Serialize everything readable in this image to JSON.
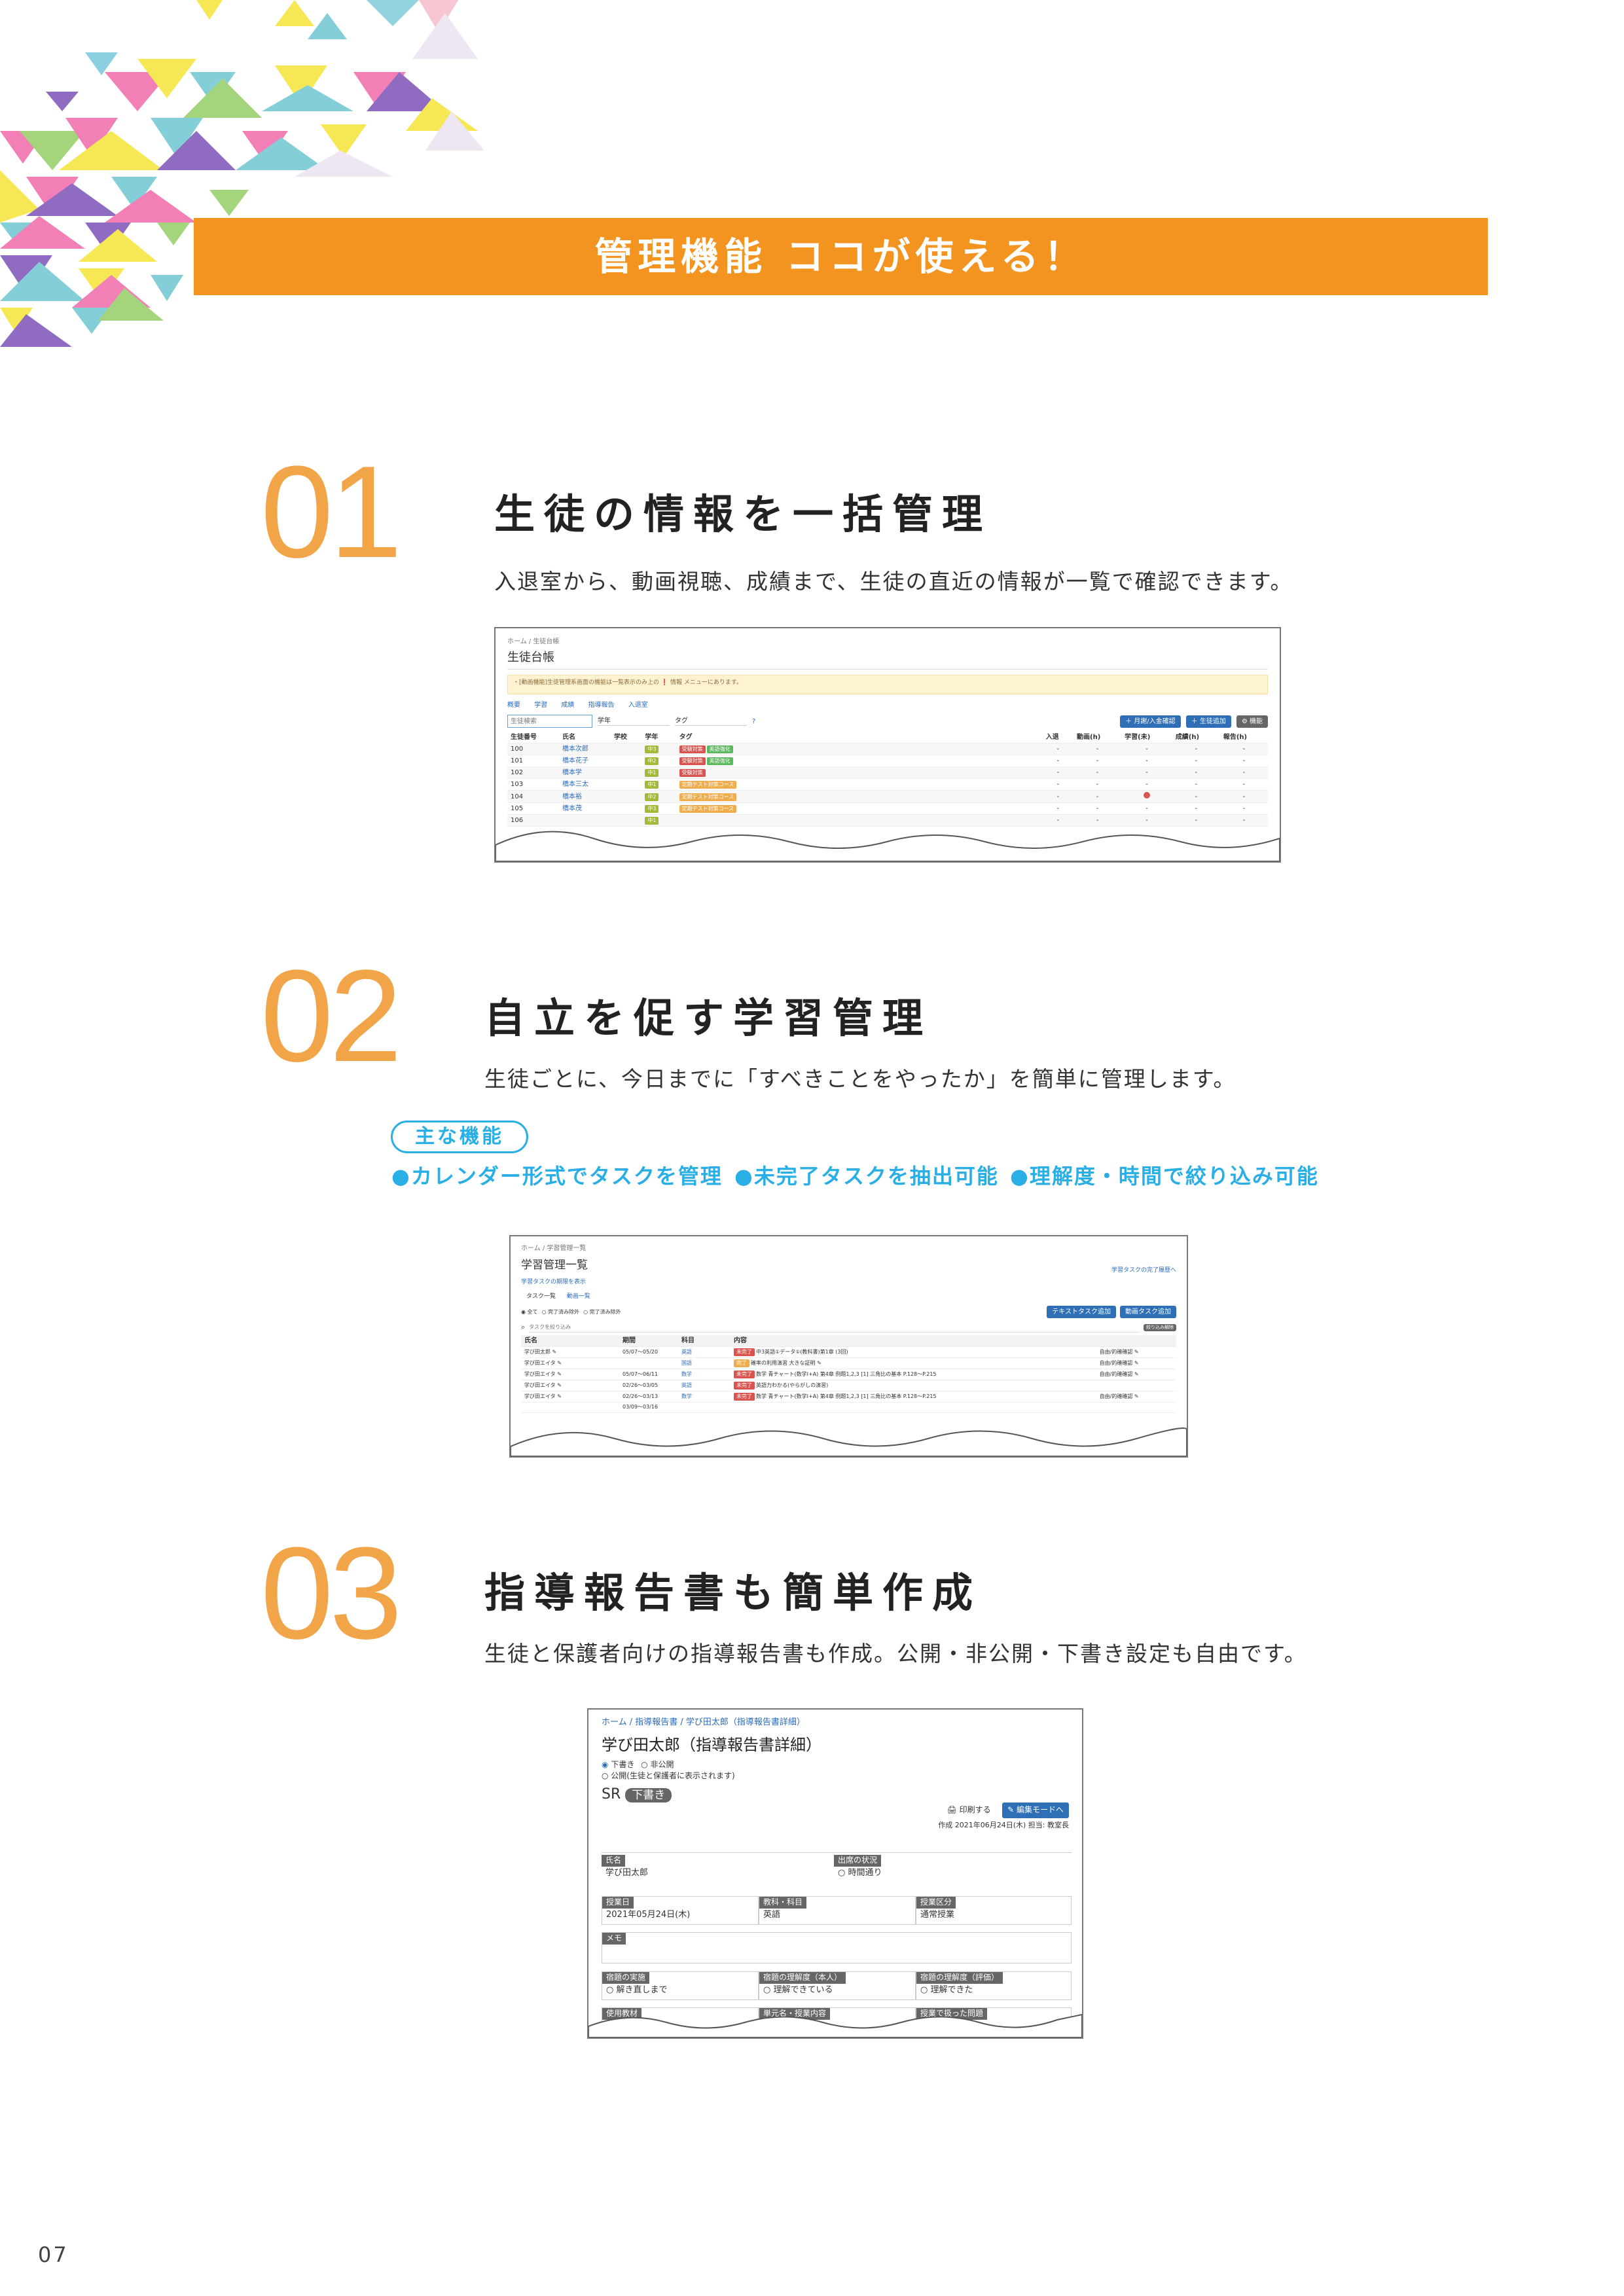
{
  "colors": {
    "accent_orange": "#f39420",
    "number_orange": "#f2a449",
    "feature_blue": "#29aee6",
    "link_blue": "#2a6bbd",
    "button_blue": "#2f6fb5"
  },
  "banner": {
    "title": "管理機能 ココが使える！"
  },
  "sections": [
    {
      "number": "01",
      "title": "生徒の情報を一括管理",
      "desc": "入退室から、動画視聴、成績まで、生徒の直近の情報が一覧で確認できます。"
    },
    {
      "number": "02",
      "title": "自立を促す学習管理",
      "desc": "生徒ごとに、今日までに「すべきことをやったか」を簡単に管理します。",
      "pill": "主な機能",
      "features": [
        "●カレンダー形式でタスクを管理",
        "●未完了タスクを抽出可能",
        "●理解度・時間で絞り込み可能"
      ]
    },
    {
      "number": "03",
      "title": "指導報告書も簡単作成",
      "desc": "生徒と保護者向けの指導報告書も作成。公開・非公開・下書き設定も自由です。"
    }
  ],
  "shot1": {
    "breadcrumb": "ホーム / 生徒台帳",
    "heading": "生徒台帳",
    "alert": "・[動画機能]生徒管理系画面の機能は一覧表示のみ上の ❗ 情報 メニューにあります。",
    "tabs": [
      "概要",
      "学習",
      "成績",
      "指導報告",
      "入退室"
    ],
    "search_placeholder": "生徒検索",
    "select1": "学年",
    "select2": "タグ",
    "buttons": [
      "＋ 月謝/入金確認",
      "＋ 生徒追加",
      "⚙ 機能"
    ],
    "headers": [
      "生徒番号",
      "氏名",
      "学校",
      "学年",
      "タグ",
      "入退",
      "動画(h)",
      "学習(未)",
      "成績(h)",
      "報告(h)"
    ],
    "rows": [
      {
        "no": "100",
        "name": "橋本次郎",
        "grade": "中3",
        "tags": [
          "受験対策",
          "英語強化"
        ]
      },
      {
        "no": "101",
        "name": "橋本花子",
        "grade": "中2",
        "tags": [
          "受験対策",
          "英語強化"
        ]
      },
      {
        "no": "102",
        "name": "橋本学",
        "grade": "中1",
        "tags": [
          "受験対策"
        ]
      },
      {
        "no": "103",
        "name": "橋本三太",
        "grade": "中1",
        "tags": [
          "定期テスト対策コース"
        ]
      },
      {
        "no": "104",
        "name": "橋本裕",
        "grade": "中2",
        "tags": [
          "定期テスト対策コース"
        ]
      },
      {
        "no": "105",
        "name": "橋本茂",
        "grade": "中3",
        "tags": [
          "定期テスト対策コース"
        ]
      },
      {
        "no": "106",
        "name": "",
        "grade": "中1",
        "tags": []
      }
    ]
  },
  "shot2": {
    "breadcrumb": "ホーム / 学習管理一覧",
    "heading": "学習管理一覧",
    "right_link": "学習タスクの完了履歴へ",
    "show_link": "学習タスクの期限を表示",
    "tabs": [
      "タスク一覧",
      "動画一覧"
    ],
    "radios": [
      "全て",
      "完了済み除外",
      "完了済み除外"
    ],
    "buttons": [
      "テキストタスク追加",
      "動画タスク追加"
    ],
    "search_placeholder": "タスクを絞り込み",
    "small_button": "絞り込み解除",
    "headers": [
      "氏名",
      "期間",
      "科目",
      "内容"
    ],
    "rows": [
      {
        "name": "学び田太郎 ✎",
        "date": "05/07～05/20",
        "subject": "英語",
        "badge": "未完了",
        "content": "中3英語①データ①(教科書)第1章 (3回)",
        "tail": "自由/的確確認 ✎"
      },
      {
        "name": "学び田エイタ ✎",
        "date": "",
        "subject": "国語",
        "badge": "完了",
        "content": "確率の利用演習 大きな証明 ✎",
        "tail": "自由/的確確認 ✎"
      },
      {
        "name": "学び田エイタ ✎",
        "date": "05/07～06/11",
        "subject": "数学",
        "badge": "未完了",
        "content": "数学 青チャート(数学I+A) 第4章 例題1,2,3 [1] 三角比の基本 P.128～P.215",
        "tail": "自由/的確確認 ✎"
      },
      {
        "name": "学び田エイタ ✎",
        "date": "02/26～03/05",
        "subject": "英語",
        "badge": "未完了",
        "content": "英語力わかる(やらがしの演習)",
        "tail": ""
      },
      {
        "name": "学び田エイタ ✎",
        "date": "02/26～03/13",
        "subject": "数学",
        "badge": "未完了",
        "content": "数学 青チャート(数学I+A) 第4章 例題1,2,3 [1] 三角比の基本 P.128～P.215",
        "tail": "自由/的確確認 ✎"
      },
      {
        "name": "",
        "date": "03/09～03/16",
        "subject": "",
        "badge": "",
        "content": "",
        "tail": ""
      }
    ]
  },
  "shot3": {
    "breadcrumb": "ホーム / 指導報告書 / 学び田太郎（指導報告書詳細）",
    "heading": "学び田太郎（指導報告書詳細）",
    "radio_draft": "下書き",
    "radio_private": "非公開",
    "radio_public": "公開(生徒と保護者に表示されます)",
    "sr_label": "SR",
    "status_badge": "下書き",
    "print_button": "🖨 印刷する",
    "edit_button": "✎ 編集モードへ",
    "created": "作成 2021年06月24日(木) 担当: 教室長",
    "fields": [
      {
        "label": "氏名",
        "value": "学び田太郎"
      },
      {
        "label": "出席の状況",
        "value": "○ 時間通り"
      },
      {
        "label": "授業日",
        "value": "2021年05月24日(木)"
      },
      {
        "label": "教科・科目",
        "value": "英語"
      },
      {
        "label": "授業区分",
        "value": "通常授業"
      },
      {
        "label": "メモ",
        "value": ""
      },
      {
        "label": "宿題の実施",
        "value": "○ 解き直しまで"
      },
      {
        "label": "宿題の理解度（本人）",
        "value": "○ 理解できている"
      },
      {
        "label": "宿題の理解度（評価）",
        "value": "○ 理解できた"
      },
      {
        "label": "使用教材",
        "value": "○○○○"
      },
      {
        "label": "単元名・授業内容",
        "value": "○○○○"
      },
      {
        "label": "授業で扱った問題",
        "value": "○○○"
      }
    ]
  },
  "footer": {
    "page": "07"
  }
}
